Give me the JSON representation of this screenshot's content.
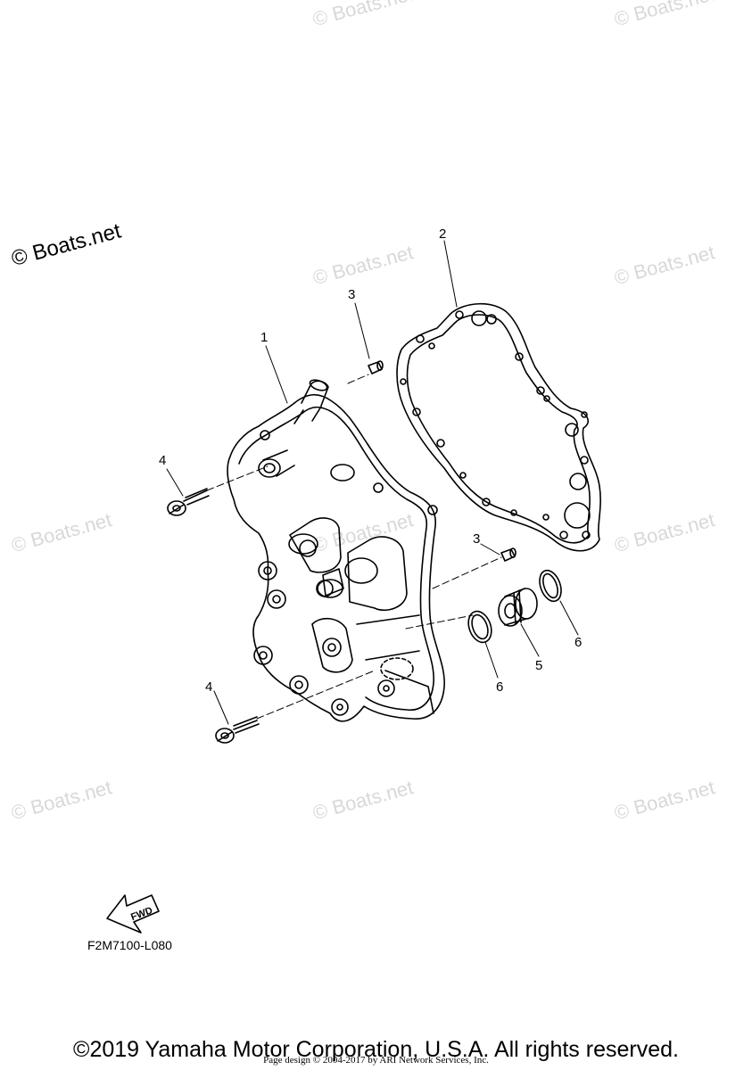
{
  "watermark": {
    "main": "© Boats.net",
    "repeat": "© Boats.net"
  },
  "callouts": {
    "c1": "1",
    "c2": "2",
    "c3a": "3",
    "c3b": "3",
    "c4a": "4",
    "c4b": "4",
    "c5": "5",
    "c6a": "6",
    "c6b": "6"
  },
  "fwd_label": "FWD",
  "part_code": "F2M7100-L080",
  "footer": {
    "copyright": "©2019 Yamaha Motor Corporation, U.S.A. All rights reserved.",
    "page_design": "Page design © 2004-2017 by ARI Network Services, Inc."
  }
}
